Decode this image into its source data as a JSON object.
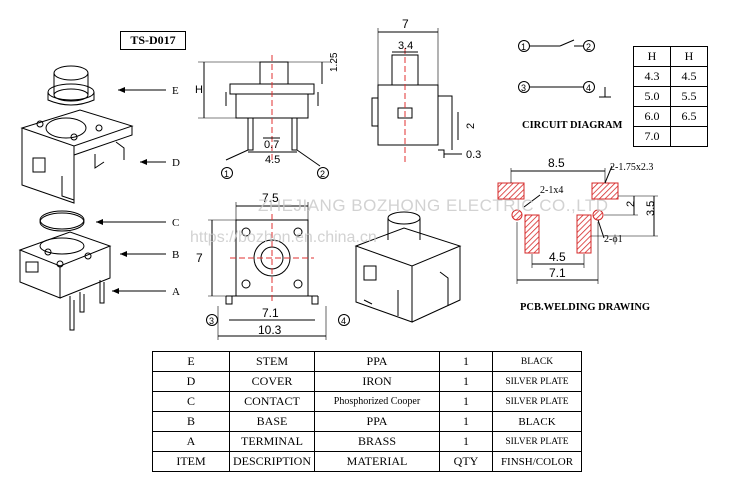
{
  "part": {
    "model": "TS-D017"
  },
  "labels": {
    "E": "E",
    "D": "D",
    "C": "C",
    "B": "B",
    "A": "A",
    "H": "H"
  },
  "dimensions": {
    "top_width": "7",
    "stem": "3.4",
    "stem_height": "1.25",
    "pin_pitch_small": "0.7",
    "pin_pitch": "4.5",
    "side_h": "2",
    "side_thk": "0.3",
    "front_width": "7.5",
    "front_height": "7",
    "pad_pitch": "7.1",
    "overall": "10.3",
    "pcb_width": "8.5",
    "pcb_slot": "2-1.75x2.3",
    "pcb_rect": "2-1x4",
    "pcb_hole": "2-ϕ1",
    "pcb_v1": "2",
    "pcb_v2": "3.5",
    "pcb_pitch": "4.5",
    "pcb_span": "7.1"
  },
  "pins": {
    "p1": "1",
    "p2": "2",
    "p3": "3",
    "p4": "4"
  },
  "captions": {
    "circuit": "CIRCUIT DIAGRAM",
    "pcb": "PCB.WELDING DRAWING"
  },
  "h_table": {
    "headers": [
      "H",
      "H"
    ],
    "rows": [
      [
        "4.3",
        "4.5"
      ],
      [
        "5.0",
        "5.5"
      ],
      [
        "6.0",
        "6.5"
      ],
      [
        "7.0",
        ""
      ]
    ]
  },
  "bom": {
    "rows": [
      [
        "E",
        "STEM",
        "PPA",
        "1",
        "BLACK"
      ],
      [
        "D",
        "COVER",
        "IRON",
        "1",
        "SILVER PLATE"
      ],
      [
        "C",
        "CONTACT",
        "Phosphorized Cooper",
        "1",
        "SILVER PLATE"
      ],
      [
        "B",
        "BASE",
        "PPA",
        "1",
        "BLACK"
      ],
      [
        "A",
        "TERMINAL",
        "BRASS",
        "1",
        "SILVER PLATE"
      ],
      [
        "ITEM",
        "DESCRIPTION",
        "MATERIAL",
        "QTY",
        "FINSH/COLOR"
      ]
    ]
  },
  "watermark": {
    "line1": "ZHEJIANG BOZHONG ELECTRIC CO.,LTD",
    "line2": "https://bozhon.en.china.cn"
  },
  "colors": {
    "ink": "#000000",
    "pad_hatch": "#d62828",
    "center_line": "#e03030"
  }
}
